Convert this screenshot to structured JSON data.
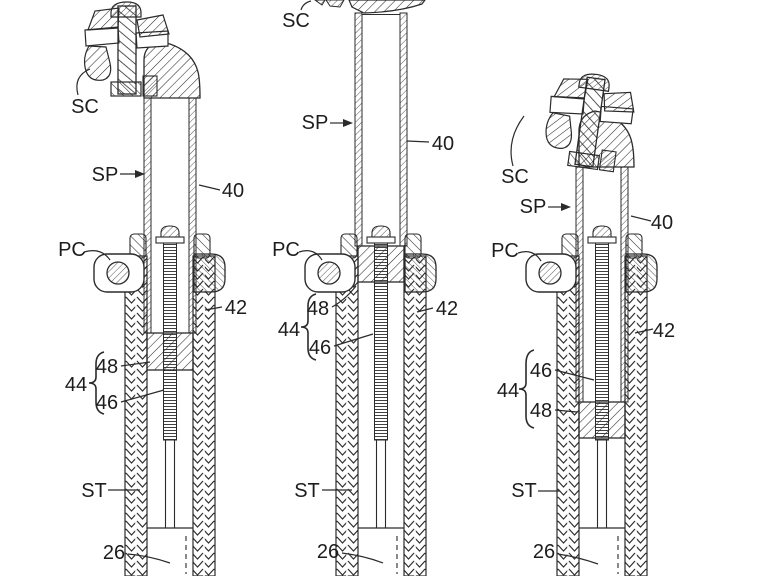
{
  "page": {
    "description": "Patent-style cross-section drawing of a dropper seatpost in three extension positions",
    "colors": {
      "ink": "#2b2b2b",
      "background": "#ffffff"
    }
  },
  "figures": [
    {
      "id": "left-partially-extended",
      "labels": {
        "sc": "SC",
        "sp": "SP",
        "pc": "PC",
        "st": "ST",
        "r40": "40",
        "r42": "42",
        "r44": "44",
        "r46": "46",
        "r48": "48",
        "r26": "26"
      }
    },
    {
      "id": "middle-fully-extended",
      "labels": {
        "sc": "SC",
        "sp": "SP",
        "pc": "PC",
        "st": "ST",
        "r40": "40",
        "r42": "42",
        "r44": "44",
        "r46": "46",
        "r48": "48",
        "r26": "26"
      }
    },
    {
      "id": "right-fully-lowered",
      "labels": {
        "sc": "SC",
        "sp": "SP",
        "pc": "PC",
        "st": "ST",
        "r40": "40",
        "r42": "42",
        "r44": "44",
        "r46": "46",
        "r48": "48",
        "r26": "26"
      }
    }
  ]
}
